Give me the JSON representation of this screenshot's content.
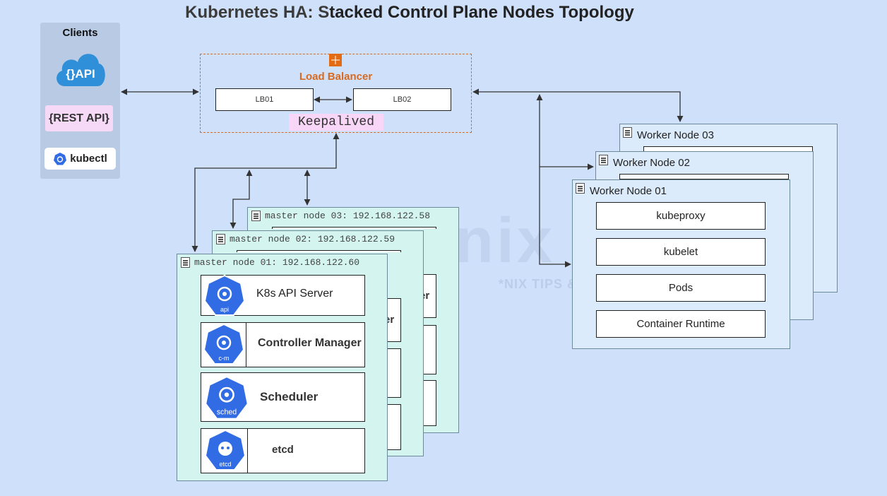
{
  "title": {
    "part1": "Kubernetes HA: S",
    "part2": "tacked Control Plane Nodes Topology"
  },
  "clients": {
    "title": "Clients",
    "api_icon_label": "{}API",
    "rest_api": "{REST API}",
    "kubectl": "kubectl"
  },
  "load_balancer": {
    "title": "Load Balancer",
    "nodes": [
      "LB01",
      "LB02"
    ],
    "keepalived": "Keepalived"
  },
  "master_nodes": [
    {
      "title": "master node 03: 192.168.122.58"
    },
    {
      "title": "master node 02: 192.168.122.59"
    },
    {
      "title": "master node 01: 192.168.122.60"
    }
  ],
  "control_plane_components": [
    {
      "label": "K8s API Server",
      "icon_text": "api",
      "icon": "api-server-icon"
    },
    {
      "label": "Controller Manager",
      "icon_text": "c-m",
      "icon": "controller-manager-icon"
    },
    {
      "label": "Scheduler",
      "icon_text": "sched",
      "icon": "scheduler-icon"
    },
    {
      "label": "etcd",
      "icon_text": "etcd",
      "icon": "etcd-icon"
    }
  ],
  "partial_labels": {
    "master03_r": "er",
    "master02_r": "er"
  },
  "worker_nodes": [
    {
      "title": "Worker Node 03"
    },
    {
      "title": "Worker Node 02"
    },
    {
      "title": "Worker Node 01"
    }
  ],
  "worker_components": [
    "kubeproxy",
    "kubelet",
    "Pods",
    "Container Runtime"
  ],
  "watermark": {
    "brand": "Kifarunix",
    "tagline": "*NIX TIPS & TUTORIALS"
  },
  "colors": {
    "background": "#cfe0fb",
    "master_fill": "#d3f4ef",
    "worker_fill": "#dcebfb",
    "lb_accent": "#d86a20",
    "k8s_blue": "#326ce5"
  }
}
